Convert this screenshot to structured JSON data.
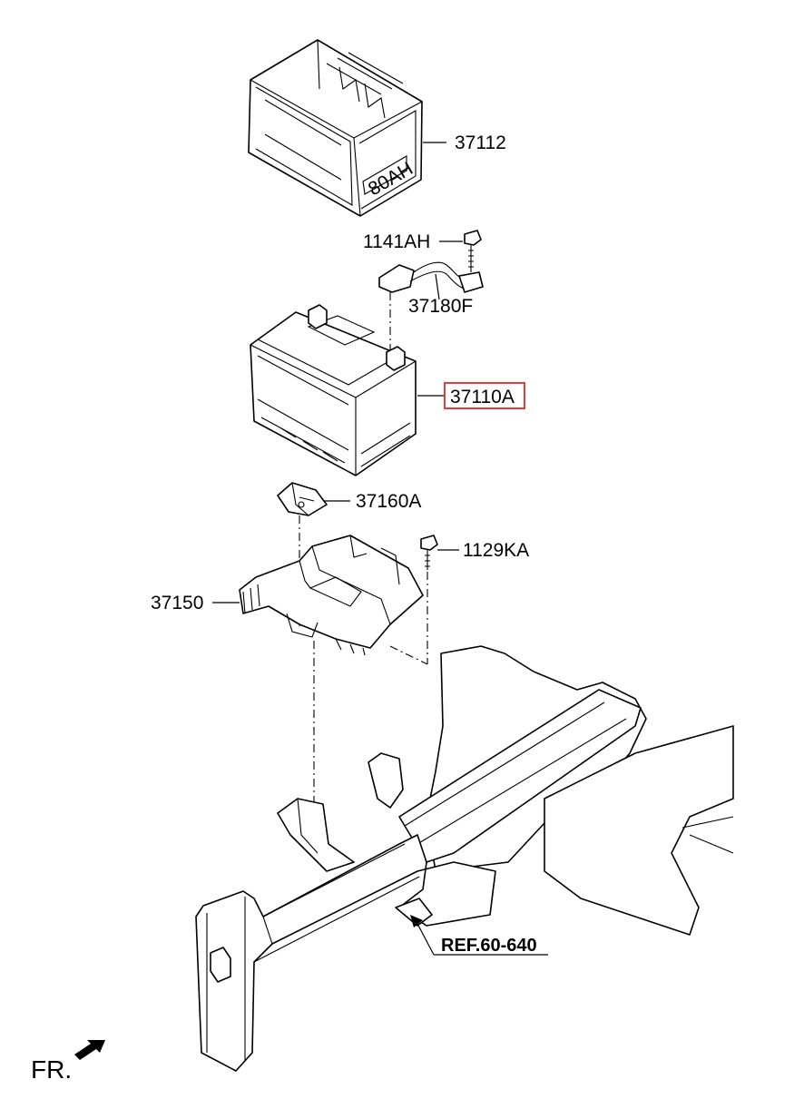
{
  "labels": {
    "battery_cover": "37112",
    "bolt_top": "1141AH",
    "cable": "37180F",
    "battery": "37110A",
    "clamp": "37160A",
    "bolt_tray": "1129KA",
    "tray": "37150",
    "reference": "REF.60-640",
    "front": "FR."
  },
  "cover_stamp": "80AH",
  "highlight_color": "#e8393b"
}
